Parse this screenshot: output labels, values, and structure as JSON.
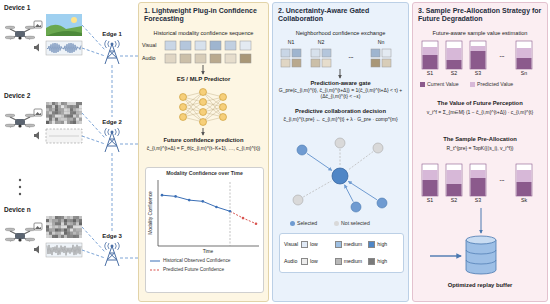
{
  "diagram": {
    "nodes": [
      {
        "text": [
          "1. Lightweight Plug-in Confidence Forecasting"
        ]
      },
      {
        "text": [
          "Modality Confidence over Time"
        ],
        "in": 0
      },
      {
        "text": [
          "2. Uncertainty-Aware Gated Collaboration"
        ]
      },
      {
        "text": [
          "Visual",
          "low",
          "medium",
          "high",
          "Audio",
          "low",
          "medium",
          "high"
        ],
        "in": 2
      },
      {
        "text": [
          "3. Sample Pre-Allocation Strategy for Future Degradation"
        ]
      }
    ],
    "labels": [
      "Device 1",
      "Edge 1",
      "Device 2",
      "Edge 2",
      "Device n",
      "Edge 3",
      "Historical modality confidence sequence",
      "Visual",
      "Audio",
      "ES / MLP Predictor",
      "Future confidence prediction",
      "ĉ_{i,m}^{t+Δ} = F_θ(c_{i,m}^{t−K+1}, …, c_{i,m}^{t})",
      "Modality Confidence",
      "Time",
      "Neighborhood confidence exchange",
      "N1",
      "N2",
      "...",
      "Nn",
      "Prediction-aware gate",
      "G_pre(c_{i,m}^{t}, ĉ_{i,m}^{t+Δ}) = 1(ĉ_{i,m}^{t+Δ} < τ) + (Δĉ_{i,m}^{t} < −ε)",
      "Predictive collaboration decision",
      "c̃_{i,m}^{t,pre} ← c_{i,m}^{t} + λ · G_pre · comp^{m}",
      "Future-aware sample value estimation",
      "S1",
      "S2",
      "S3",
      "...",
      "Sn",
      "The Value of Future Perception",
      "v_i^f = Σ_{m∈M} (1 − ĉ_{i,m}^{t+Δ}) · c_{i,m}^{t}",
      "The Sample Pre-Allocation",
      "R_t^{pre} = TopK({(s_i), v_i^f})",
      "S1",
      "S2",
      "S3",
      "...",
      "Sk",
      "Optimized replay buffer"
    ],
    "legend": [
      {
        "text": "Historical Observed Confidence"
      },
      {
        "text": "Predicted Future Confidence"
      },
      {
        "text": "Selected",
        "color": "#6f9bd1"
      },
      {
        "text": "Not selected",
        "color": "#d9d9d9"
      },
      {
        "text": "Current Value",
        "color": "#8b5a8c"
      },
      {
        "text": "Predicted Value",
        "color": "#d7b8d8"
      }
    ]
  }
}
